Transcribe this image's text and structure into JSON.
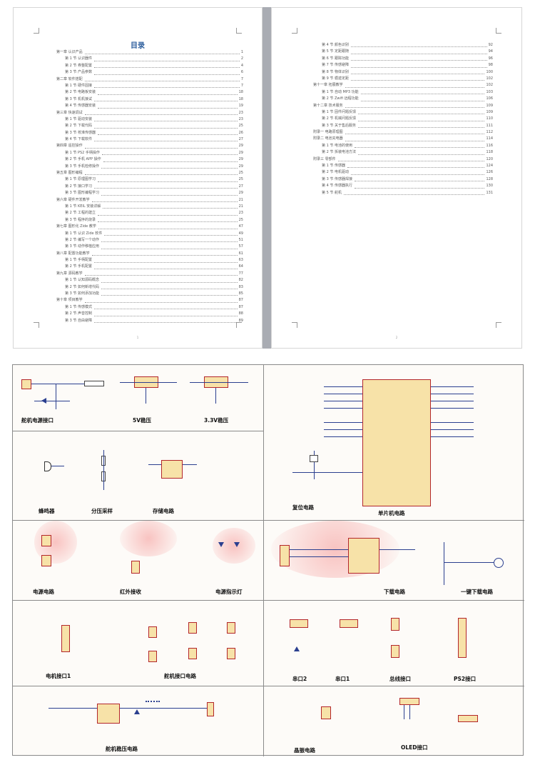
{
  "document": {
    "left_page": {
      "title": "目录",
      "page_number": "1",
      "entries": [
        {
          "level": 1,
          "text": "第一章  认识产品",
          "page": "1"
        },
        {
          "level": 2,
          "text": "第 1 节  认识器件",
          "page": "2"
        },
        {
          "level": 2,
          "text": "第 2 节  券整配置",
          "page": "4"
        },
        {
          "level": 2,
          "text": "第 3 节  产品参数",
          "page": "6"
        },
        {
          "level": 1,
          "text": "第二章  软件搭配",
          "page": "7"
        },
        {
          "level": 2,
          "text": "第 1 节  硬件固接",
          "page": "7"
        },
        {
          "level": 2,
          "text": "第 2 节  电路板安装",
          "page": "18"
        },
        {
          "level": 2,
          "text": "第 3 节  机机接试",
          "page": "18"
        },
        {
          "level": 2,
          "text": "第 4 节  传感器安装",
          "page": "19"
        },
        {
          "level": 1,
          "text": "第三章  快速调试",
          "page": "23"
        },
        {
          "level": 2,
          "text": "第 1 节  驱动安装",
          "page": "23"
        },
        {
          "level": 2,
          "text": "第 2 节  下载代码",
          "page": "25"
        },
        {
          "level": 2,
          "text": "第 3 节  校准传感器",
          "page": "26"
        },
        {
          "level": 2,
          "text": "第 4 节  下载软件",
          "page": "27"
        },
        {
          "level": 1,
          "text": "第四章  遥控操作",
          "page": "29"
        },
        {
          "level": 2,
          "text": "第 1 节  PS2 手柄操作",
          "page": "29"
        },
        {
          "level": 2,
          "text": "第 2 节  手机 APP 操作",
          "page": "29"
        },
        {
          "level": 2,
          "text": "第 3 节  手机检修操作",
          "page": "29"
        },
        {
          "level": 1,
          "text": "第五章  图形编程",
          "page": "25"
        },
        {
          "level": 2,
          "text": "第 1 节  原理图学习",
          "page": "25"
        },
        {
          "level": 2,
          "text": "第 2 节  接口学习",
          "page": "27"
        },
        {
          "level": 2,
          "text": "第 3 节  图形编程学习",
          "page": "29"
        },
        {
          "level": 1,
          "text": "第六章  硬件开发教学",
          "page": "21"
        },
        {
          "level": 2,
          "text": "第 1 节  KEIL 安装详解",
          "page": "21"
        },
        {
          "level": 2,
          "text": "第 2 节  工程的建立",
          "page": "23"
        },
        {
          "level": 2,
          "text": "第 3 节  程序的烧录",
          "page": "25"
        },
        {
          "level": 1,
          "text": "第七章  图形化 Zide 教学",
          "page": "47"
        },
        {
          "level": 2,
          "text": "第 1 节  认识 Zide 软件",
          "page": "49"
        },
        {
          "level": 2,
          "text": "第 2 节  编写一个动作",
          "page": "51"
        },
        {
          "level": 2,
          "text": "第 3 节  动作移植应用",
          "page": "57"
        },
        {
          "level": 1,
          "text": "第八章  配置功能教学",
          "page": "61"
        },
        {
          "level": 2,
          "text": "第 1 节  手柄配置",
          "page": "63"
        },
        {
          "level": 2,
          "text": "第 2 节  手机配置",
          "page": "64"
        },
        {
          "level": 1,
          "text": "第九章  源码教学",
          "page": "77"
        },
        {
          "level": 2,
          "text": "第 1 节  认知源码概念",
          "page": "82"
        },
        {
          "level": 2,
          "text": "第 2 节  如何新增代码",
          "page": "83"
        },
        {
          "level": 2,
          "text": "第 3 节  如何添加功能",
          "page": "85"
        },
        {
          "level": 1,
          "text": "第十章  项目教学",
          "page": "87"
        },
        {
          "level": 2,
          "text": "第 1 节  传感模式",
          "page": "87"
        },
        {
          "level": 2,
          "text": "第 2 节  声音控制",
          "page": "88"
        },
        {
          "level": 2,
          "text": "第 3 节  自由避障",
          "page": "89"
        }
      ]
    },
    "right_page": {
      "page_number": "2",
      "entries": [
        {
          "level": 2,
          "text": "第 4 节  颜色识别",
          "page": "92"
        },
        {
          "level": 2,
          "text": "第 5 节  定距跟随",
          "page": "94"
        },
        {
          "level": 2,
          "text": "第 6 节  跟踪功能",
          "page": "96"
        },
        {
          "level": 2,
          "text": "第 7 节  传感避障",
          "page": "98"
        },
        {
          "level": 2,
          "text": "第 8 节  物体识别",
          "page": "100"
        },
        {
          "level": 2,
          "text": "第 9 节  循迹定距",
          "page": "102"
        },
        {
          "level": 1,
          "text": "第十一章  拓展教学",
          "page": "102"
        },
        {
          "level": 2,
          "text": "第 1 节  自动 MP3 功能",
          "page": "103"
        },
        {
          "level": 2,
          "text": "第 2 节  Zwifi 远程功能",
          "page": "106"
        },
        {
          "level": 1,
          "text": "第十二章  技术服务",
          "page": "109"
        },
        {
          "level": 2,
          "text": "第 1 节  固件问题反馈",
          "page": "109"
        },
        {
          "level": 2,
          "text": "第 2 节  机械问题反馈",
          "page": "110"
        },
        {
          "level": 2,
          "text": "第 3 节  关于售后服务",
          "page": "111"
        },
        {
          "level": 1,
          "text": "附录一  电路原理图",
          "page": "112"
        },
        {
          "level": 1,
          "text": "附录二  电池充电器",
          "page": "114"
        },
        {
          "level": 2,
          "text": "第 1 节  电池的使用",
          "page": "116"
        },
        {
          "level": 2,
          "text": "第 2 节  拆装电池方法",
          "page": "118"
        },
        {
          "level": 1,
          "text": "附录三  零部件",
          "page": "120"
        },
        {
          "level": 2,
          "text": "第 1 节  传感器",
          "page": "124"
        },
        {
          "level": 2,
          "text": "第 2 节  电机驱动",
          "page": "126"
        },
        {
          "level": 2,
          "text": "第 3 节  传感器焊接",
          "page": "128"
        },
        {
          "level": 2,
          "text": "第 4 节  传感器执行",
          "page": "130"
        },
        {
          "level": 2,
          "text": "第 5 节  舵机",
          "page": "131"
        }
      ]
    }
  },
  "schematic": {
    "captions": {
      "power_port": "舵机电源接口",
      "reg_5v": "5V稳压",
      "reg_33v": "3.3V稳压",
      "buzzer": "蜂鸣器",
      "divider": "分压采样",
      "storage": "存储电路",
      "reset": "复位电路",
      "mcu": "单片机电路",
      "power_circuit": "电源电路",
      "ir_receive": "红外接收",
      "power_led": "电源指示灯",
      "download": "下载电路",
      "auto_download": "一键下载电路",
      "motor_port1": "电机接口1",
      "servo_port": "舵机接口电路",
      "uart2": "串口2",
      "uart1": "串口1",
      "bus_port": "总线接口",
      "ps2_port": "PS2接口",
      "servo_regulator": "舵机稳压电路",
      "crystal": "晶振电路",
      "oled_port": "OLED接口"
    },
    "colors": {
      "chip_fill": "#f7e2a8",
      "chip_border": "#b3262a",
      "wire": "#2b3f8f"
    }
  }
}
